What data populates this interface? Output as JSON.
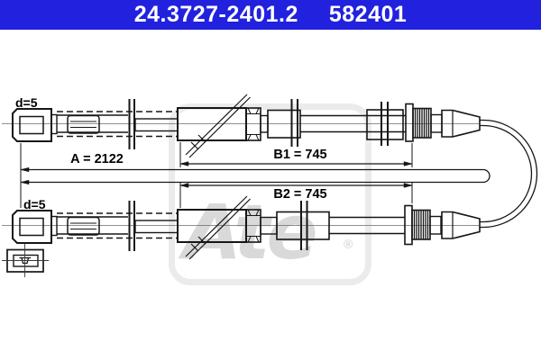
{
  "header": {
    "part_number": "24.3727-2401.2",
    "reference_number": "582401"
  },
  "dimensions": {
    "total_length": "A = 2122",
    "housing_1": "B1 = 745",
    "housing_2": "B2 = 745",
    "rod_diameter_top": "d=5",
    "rod_diameter_bottom": "d=5"
  },
  "watermark": {
    "text": "Ate",
    "registered": "®"
  },
  "colors": {
    "banner_blue": "#2121de",
    "line": "#161616",
    "watermark_gray": "#d9d9d9",
    "background": "#ffffff"
  }
}
